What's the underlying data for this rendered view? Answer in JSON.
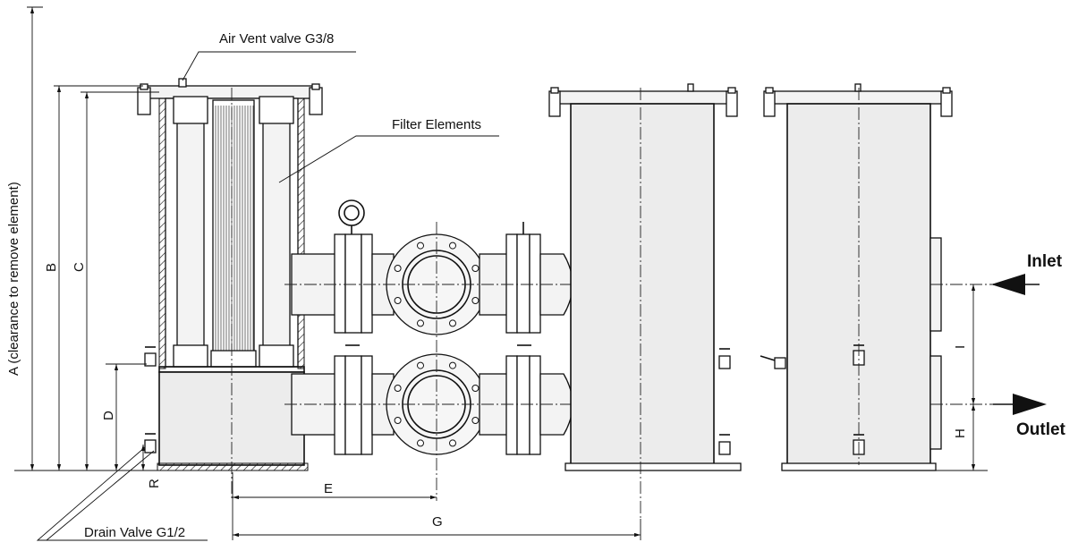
{
  "callouts": {
    "air_vent": "Air Vent valve G3/8",
    "filter_elements": "Filter Elements",
    "drain_valve": "Drain Valve G1/2"
  },
  "dimensions": {
    "A": "A (clearance to remove element)",
    "B": "B",
    "C": "C",
    "D": "D",
    "R": "R",
    "E": "E",
    "G": "G",
    "H": "H",
    "I": "I"
  },
  "flow": {
    "inlet": "Inlet",
    "outlet": "Outlet"
  }
}
